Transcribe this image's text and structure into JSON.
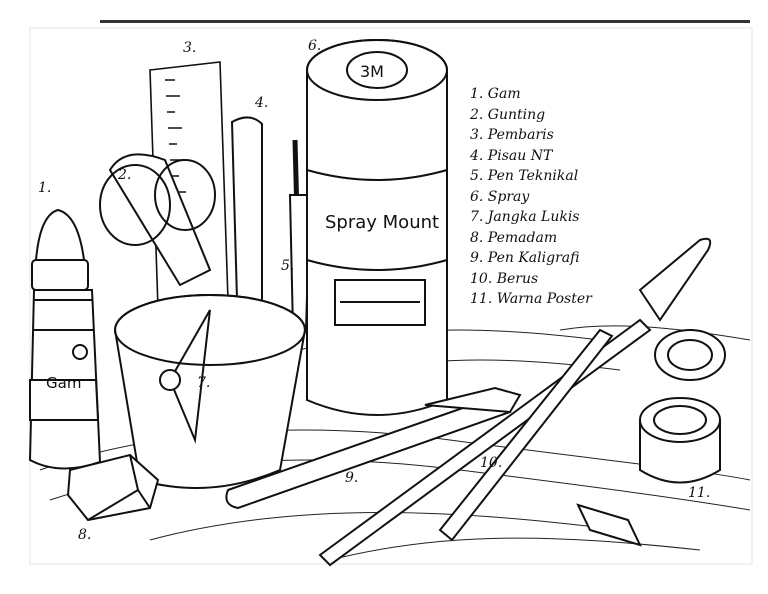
{
  "legend": [
    "1. Gam",
    "2. Gunting",
    "3. Pembaris",
    "4. Pisau NT",
    "5. Pen Teknikal",
    "6. Spray",
    "7. Jangka Lukis",
    "8. Pemadam",
    "9. Pen Kaligrafi",
    "10. Berus",
    "11. Warna Poster"
  ],
  "callouts": {
    "n1": "1.",
    "n2": "2.",
    "n3": "3.",
    "n4": "4.",
    "n5": "5.",
    "n6": "6.",
    "n7": "7.",
    "n8": "8.",
    "n9": "9.",
    "n10": "10.",
    "n11": "11."
  },
  "object_text": {
    "glue_label": "Gam",
    "spray_logo": "3M",
    "spray_label": "Spray Mount"
  },
  "colors": {
    "ink": "#111111",
    "paper": "#ffffff"
  }
}
